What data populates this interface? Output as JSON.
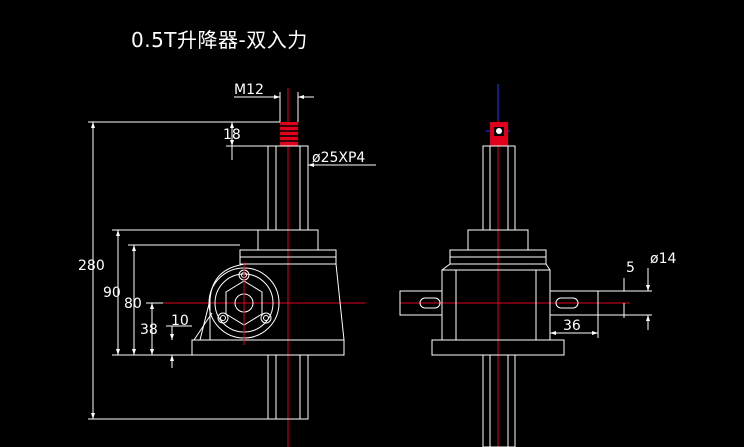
{
  "title": "0.5T升降器-双入力",
  "colors": {
    "background": "#000000",
    "outline": "#ffffff",
    "centerline": "#e0001b",
    "marker": "#1e3cff",
    "thread": "#e0001b"
  },
  "dimensions": {
    "m12": "M12",
    "d18": "18",
    "phi25": "ø25XP4",
    "d280": "280",
    "d90": "90",
    "d80": "80",
    "d38": "38",
    "d10": "10",
    "d5": "5",
    "phi14": "ø14",
    "d36": "36"
  }
}
